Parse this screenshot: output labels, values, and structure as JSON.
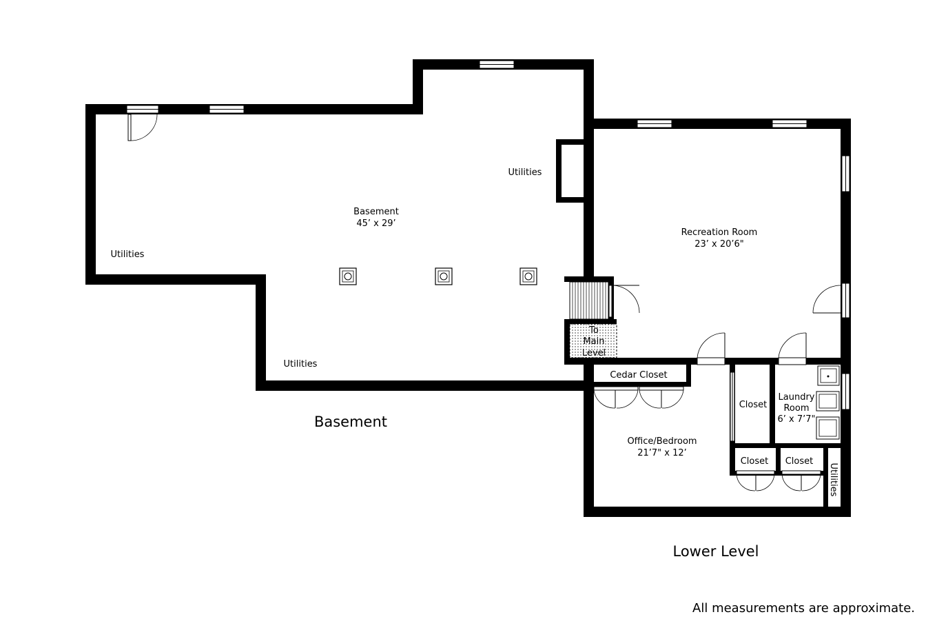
{
  "rooms": {
    "basement": {
      "name": "Basement",
      "size": "45’ x 29’"
    },
    "recreation": {
      "name": "Recreation Room",
      "size": "23’ x 20’6\""
    },
    "office": {
      "name": "Office/Bedroom",
      "size": "21’7\" x 12’"
    },
    "laundry": {
      "name_line1": "Laundry",
      "name_line2": "Room",
      "size": "6’ x 7’7\""
    },
    "cedar_closet": "Cedar Closet",
    "closet_right": "Closet",
    "closet_bottom_left": "Closet",
    "closet_bottom_right": "Closet",
    "utilities_top": "Utilities",
    "utilities_left": "Utilities",
    "utilities_bottom": "Utilities",
    "utilities_vertical": "Utilities",
    "stairs": {
      "line1": "To",
      "line2": "Main",
      "line3": "Level"
    }
  },
  "level_labels": {
    "basement": "Basement",
    "lower_level": "Lower Level"
  },
  "note": "All measurements are approximate."
}
